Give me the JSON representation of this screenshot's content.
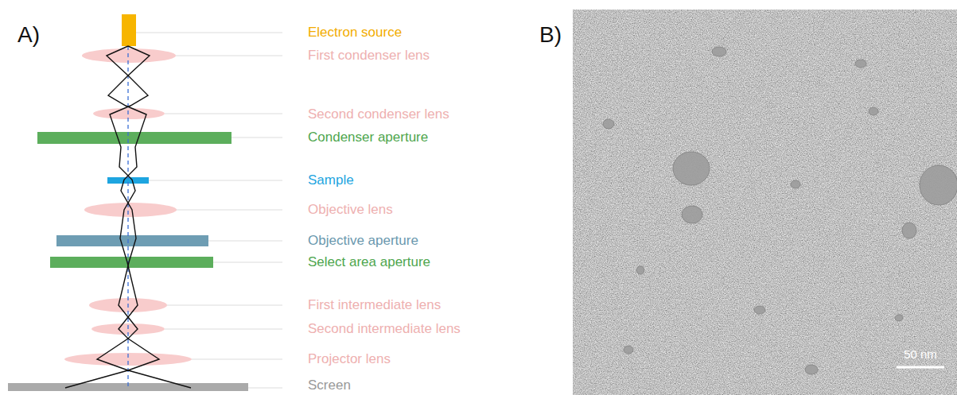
{
  "diagram": {
    "labels": [
      "A)",
      "Electron source",
      "First condenser lens",
      "Second condenser lens",
      "Condenser aperture",
      "Sample",
      "Objective lens",
      "Objective aperture",
      "Select area aperture",
      "First intermediate lens",
      "Second intermediate lens",
      "Projector lens",
      "Screen",
      "B)",
      "50 nm"
    ]
  }
}
